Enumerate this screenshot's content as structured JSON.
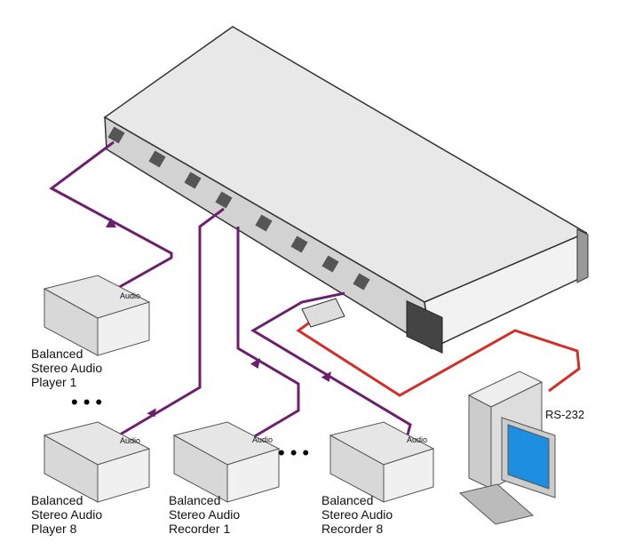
{
  "devices": [
    {
      "label": "Balanced\nStereo Audio\nPlayer 1",
      "port_label": "Audio"
    },
    {
      "label": "Balanced\nStereo Audio\nPlayer 8",
      "port_label": "Audio"
    },
    {
      "label": "Balanced\nStereo Audio\nRecorder 1",
      "port_label": "Audio"
    },
    {
      "label": "Balanced\nStereo Audio\nRecorder 8",
      "port_label": "Audio"
    }
  ],
  "computer": {
    "port_label": "RS-232"
  },
  "ellipsis": "•••",
  "colors": {
    "audio_cable": "#6b1f6e",
    "rs232_cable": "#d0302a",
    "chassis": "#e4e4e4",
    "screen": "#1e8fe0"
  }
}
